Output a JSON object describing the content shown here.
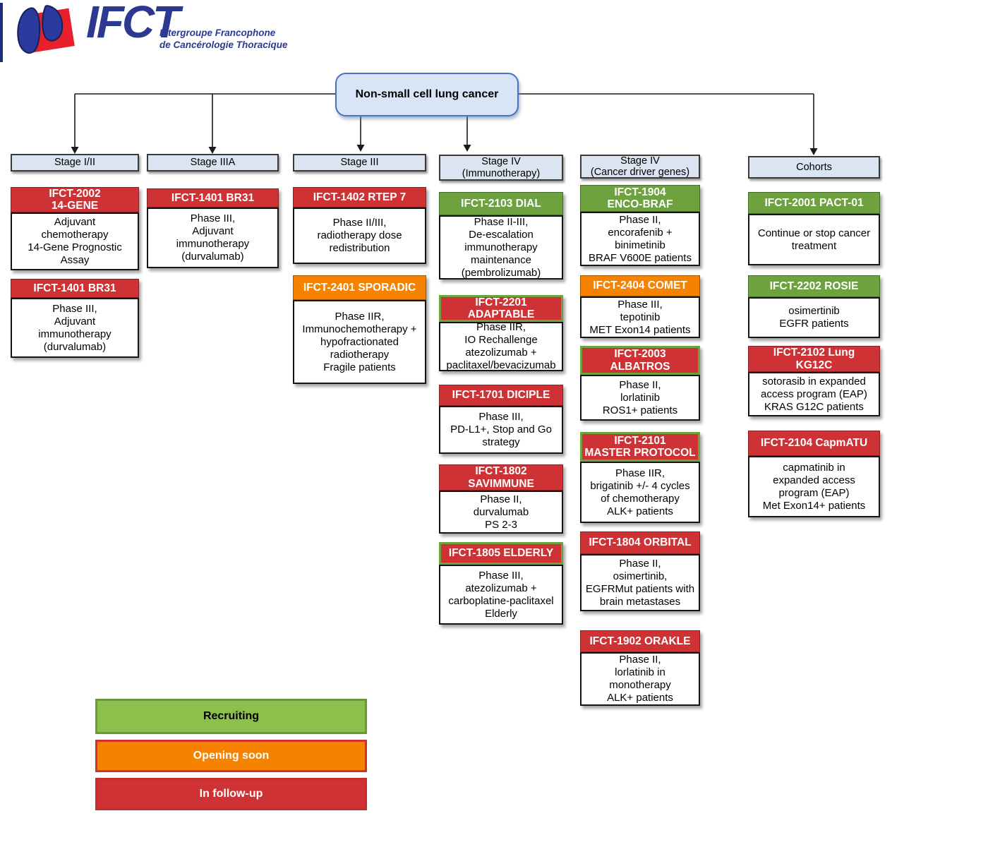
{
  "logo": {
    "acronym": "IFCT",
    "tagline": "Intergroupe Francophone\nde Cancérologie Thoracique"
  },
  "root": {
    "label": "Non-small cell lung cancer"
  },
  "colors": {
    "highlight_border": "#6CA33E",
    "connector": "#1a1a1a",
    "column_header_fill": "#DBE4F1",
    "root_fill": "#D9E5F6",
    "root_border": "#4472C4",
    "logo_blue": "#2B3990",
    "logo_red": "#E8202C"
  },
  "status_colors": {
    "recruiting": {
      "fill": "#6DA23F",
      "legend_fill": "#8CBF4B",
      "legend_border": "#699A3B",
      "legend_text": "#000000"
    },
    "opening_soon": {
      "fill": "#F58300",
      "legend_fill": "#F58300",
      "legend_border": "#CE3232",
      "legend_text": "#ffffff"
    },
    "in_follow_up": {
      "fill": "#CF3235",
      "legend_fill": "#CF3235",
      "legend_border": "#C62D2D",
      "legend_text": "#ffffff"
    }
  },
  "columns": [
    {
      "id": "stage-i-ii",
      "header": "Stage I/II",
      "trials": [
        {
          "title": "IFCT-2002\n14-GENE",
          "status": "in_follow_up",
          "highlight": false,
          "description": "Adjuvant\nchemotherapy\n14-Gene Prognostic\nAssay"
        },
        {
          "title": "IFCT-1401 BR31",
          "status": "in_follow_up",
          "highlight": false,
          "description": "Phase III,\nAdjuvant\nimmunotherapy\n(durvalumab)"
        }
      ]
    },
    {
      "id": "stage-iiia",
      "header": "Stage IIIA",
      "trials": [
        {
          "title": "IFCT-1401 BR31",
          "status": "in_follow_up",
          "highlight": false,
          "description": "Phase III,\nAdjuvant\nimmunotherapy\n(durvalumab)"
        }
      ]
    },
    {
      "id": "stage-iii",
      "header": "Stage III",
      "trials": [
        {
          "title": "IFCT-1402 RTEP 7",
          "status": "in_follow_up",
          "highlight": false,
          "description": "Phase II/III,\nradiotherapy dose\nredistribution"
        },
        {
          "title": "IFCT-2401 SPORADIC",
          "status": "opening_soon",
          "highlight": false,
          "description": "Phase IIR,\nImmunochemotherapy +\nhypofractionated\nradiotherapy\nFragile patients"
        }
      ]
    },
    {
      "id": "stage-iv-immunotherapy",
      "header": "Stage IV\n(Immunotherapy)",
      "trials": [
        {
          "title": "IFCT-2103 DIAL",
          "status": "recruiting",
          "highlight": false,
          "description": "Phase II-III,\nDe-escalation\nimmunotherapy\nmaintenance\n(pembrolizumab)"
        },
        {
          "title": "IFCT-2201\nADAPTABLE",
          "status": "in_follow_up",
          "highlight": true,
          "description": "Phase IIR,\nIO Rechallenge\natezolizumab +\npaclitaxel/bevacizumab"
        },
        {
          "title": "IFCT-1701 DICIPLE",
          "status": "in_follow_up",
          "highlight": false,
          "description": "Phase III,\nPD-L1+, Stop and Go\nstrategy"
        },
        {
          "title": "IFCT-1802\nSAVIMMUNE",
          "status": "in_follow_up",
          "highlight": false,
          "description": "Phase II,\ndurvalumab\nPS 2-3"
        },
        {
          "title": "IFCT-1805 ELDERLY",
          "status": "in_follow_up",
          "highlight": true,
          "description": "Phase III,\natezolizumab +\ncarboplatine-paclitaxel\nElderly"
        }
      ]
    },
    {
      "id": "stage-iv-cancer-driver-genes",
      "header": "Stage IV\n(Cancer driver genes)",
      "trials": [
        {
          "title": "IFCT-1904\nENCO-BRAF",
          "status": "recruiting",
          "highlight": false,
          "description": "Phase II,\nencorafenib +\nbinimetinib\nBRAF V600E patients"
        },
        {
          "title": "IFCT-2404 COMET",
          "status": "opening_soon",
          "highlight": false,
          "description": "Phase III,\ntepotinib\nMET Exon14 patients"
        },
        {
          "title": "IFCT-2003\nALBATROS",
          "status": "in_follow_up",
          "highlight": true,
          "description": "Phase II,\nlorlatinib\nROS1+ patients"
        },
        {
          "title": "IFCT-2101\nMASTER PROTOCOL",
          "status": "in_follow_up",
          "highlight": true,
          "description": "Phase IIR,\nbrigatinib +/- 4 cycles\nof chemotherapy\nALK+ patients"
        },
        {
          "title": "IFCT-1804 ORBITAL",
          "status": "in_follow_up",
          "highlight": false,
          "description": "Phase II,\nosimertinib,\nEGFRMut patients with\nbrain metastases"
        },
        {
          "title": "IFCT-1902 ORAKLE",
          "status": "in_follow_up",
          "highlight": false,
          "description": "Phase II,\nlorlatinib in\nmonotherapy\nALK+ patients"
        }
      ]
    },
    {
      "id": "cohorts",
      "header": "Cohorts",
      "trials": [
        {
          "title": "IFCT-2001 PACT-01",
          "status": "recruiting",
          "highlight": false,
          "description": "Continue or stop cancer\ntreatment"
        },
        {
          "title": "IFCT-2202 ROSIE",
          "status": "recruiting",
          "highlight": false,
          "description": "osimertinib\nEGFR patients"
        },
        {
          "title": "IFCT-2102 Lung\nKG12C",
          "status": "in_follow_up",
          "highlight": false,
          "description": "sotorasib in expanded\naccess program (EAP)\nKRAS G12C patients"
        },
        {
          "title": "IFCT-2104 CapmATU",
          "status": "in_follow_up",
          "highlight": false,
          "description": "capmatinib in\nexpanded access\nprogram (EAP)\nMet Exon14+ patients"
        }
      ]
    }
  ],
  "legend": {
    "items": [
      {
        "label": "Recruiting",
        "status": "recruiting"
      },
      {
        "label": "Opening soon",
        "status": "opening_soon"
      },
      {
        "label": "In follow-up",
        "status": "in_follow_up"
      }
    ]
  }
}
